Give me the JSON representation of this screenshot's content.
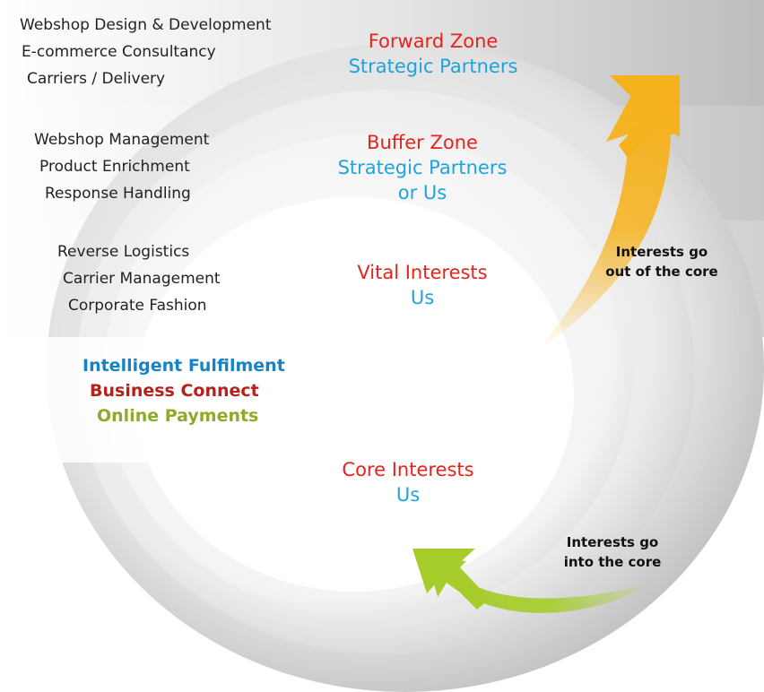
{
  "zones": [
    {
      "services": [
        "Webshop Design & Development",
        "E-commerce Consultancy",
        "Carriers / Delivery"
      ],
      "name": "Forward Zone",
      "owner_lines": [
        "Strategic Partners"
      ]
    },
    {
      "services": [
        "Webshop Management",
        "Product Enrichment",
        "Response Handling"
      ],
      "name": "Buffer Zone",
      "owner_lines": [
        "Strategic Partners",
        "or Us"
      ]
    },
    {
      "services": [
        "Reverse Logistics",
        "Carrier Management",
        "Corporate Fashion"
      ],
      "name": "Vital Interests",
      "owner_lines": [
        "Us"
      ]
    }
  ],
  "core": {
    "items": [
      "Intelligent Fulfilment",
      "Business Connect",
      "Online Payments"
    ],
    "name": "Core Interests",
    "owner": "Us"
  },
  "arrows": {
    "out": {
      "lines": [
        "Interests go",
        "out of the core"
      ]
    },
    "in": {
      "lines": [
        "Interests go",
        "into the core"
      ]
    }
  },
  "colors": {
    "zone_name": "#e8231d",
    "zone_owner": "#1fa3dc",
    "core_item_1": "#1683c4",
    "core_item_2": "#b3231c",
    "core_item_3": "#8dab2a",
    "arrow_out": "#f6b21c",
    "arrow_in": "#a6cc2c"
  }
}
